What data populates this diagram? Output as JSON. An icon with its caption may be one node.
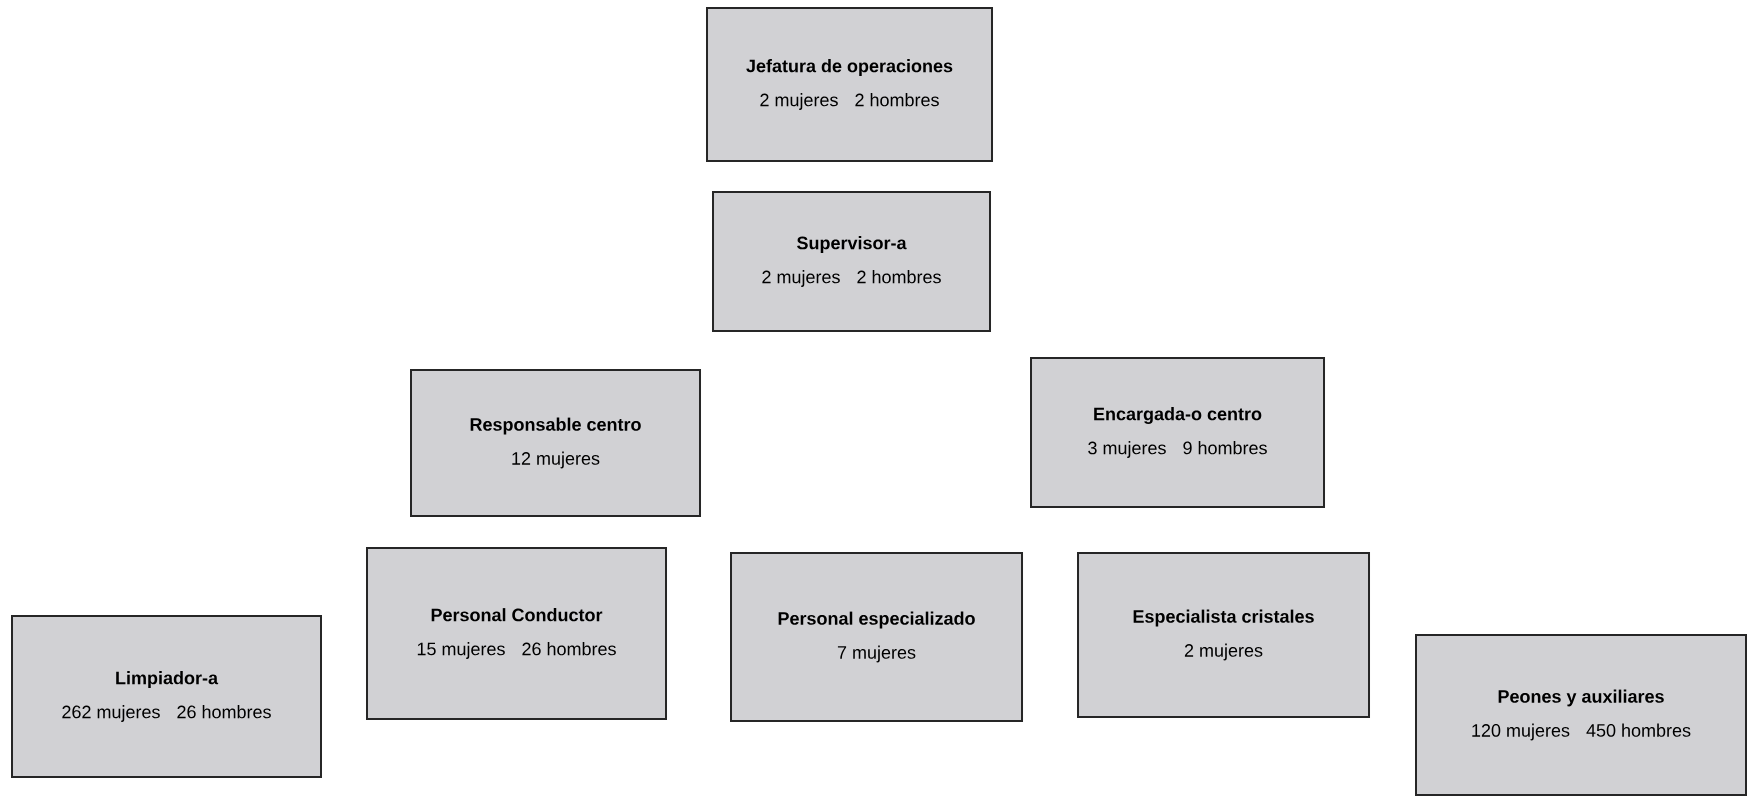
{
  "diagram": {
    "nodes": [
      {
        "text": [
          "Jefatura de operaciones",
          "2 mujeres",
          "2 hombres"
        ]
      },
      {
        "text": [
          "Supervisor-a",
          "2 mujeres",
          "2 hombres"
        ]
      },
      {
        "text": [
          "Responsable centro",
          "12 mujeres"
        ]
      },
      {
        "text": [
          "Encargada-o centro",
          "3 mujeres",
          "9 hombres"
        ]
      },
      {
        "text": [
          "Limpiador-a",
          "262 mujeres",
          "26 hombres"
        ]
      },
      {
        "text": [
          "Personal Conductor",
          "15 mujeres",
          "26 hombres"
        ]
      },
      {
        "text": [
          "Personal especializado",
          "7 mujeres"
        ]
      },
      {
        "text": [
          "Especialista cristales",
          "2 mujeres"
        ]
      },
      {
        "text": [
          "Peones y auxiliares",
          "120 mujeres",
          "450 hombres"
        ]
      }
    ]
  }
}
